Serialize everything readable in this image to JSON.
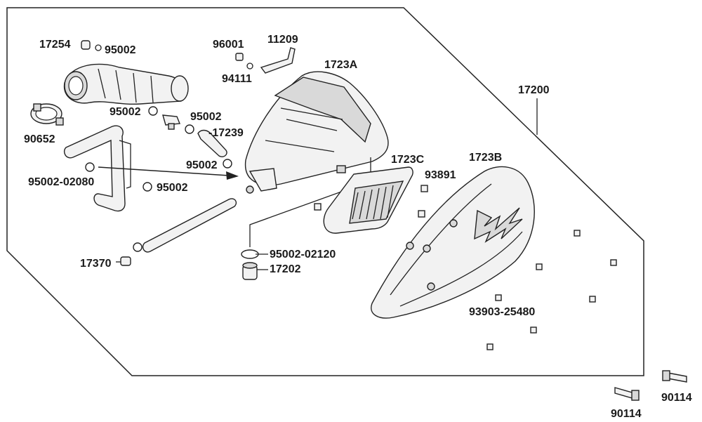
{
  "labels": {
    "l17254": "17254",
    "l95002_a": "95002",
    "l96001": "96001",
    "l11209": "11209",
    "l94111": "94111",
    "l1723A": "1723A",
    "l17200": "17200",
    "l95002_b": "95002",
    "l95002_c": "95002",
    "l17239": "-17239",
    "l90652": "90652",
    "l95002_d": "95002",
    "l95002_02080": "95002-02080",
    "l95002_e": "95002",
    "l1723C": "1723C",
    "l1723B": "1723B",
    "l93891": "93891",
    "l95002_02120": "95002-02120",
    "l17202": "17202",
    "l17370": "17370",
    "l93903_25480": "93903-25480",
    "l90114_a": "90114",
    "l90114_b": "90114"
  },
  "colors": {
    "ink": "#1a1a1a",
    "part_fill": "#f2f2f2",
    "part_shade": "#d9d9d9"
  }
}
